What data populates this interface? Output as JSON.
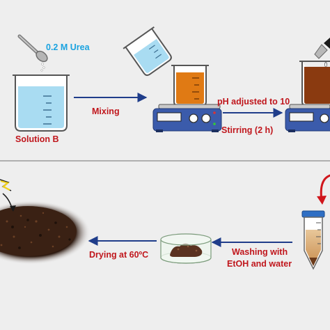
{
  "labels": {
    "urea": "0.2 M Urea",
    "mixing": "Mixing",
    "solution_b": "Solution B",
    "ph_adjusted": "pH adjusted to 10",
    "stirring": "Stirring (2 h)",
    "washing_line1": "Washing with",
    "washing_line2": "EtOH and water",
    "drying": "Drying at 60ºC"
  },
  "colors": {
    "red_text": "#c0161c",
    "blue_text": "#1aa3e0",
    "arrow": "#1f3d8a",
    "beaker_blue": "#a9dcf2",
    "beaker_orange": "#e07a14",
    "beaker_brown": "#8a3a10",
    "stirrer_body": "#3b5bab",
    "powder": "#4a2a18"
  }
}
